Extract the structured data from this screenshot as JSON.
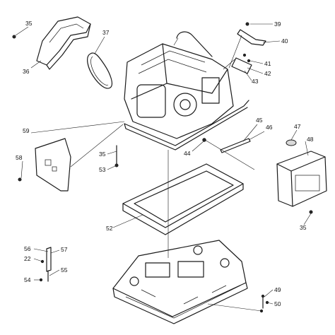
{
  "colors": {
    "line": "#1a1a1a",
    "text": "#111111",
    "background": "#ffffff"
  },
  "callouts": [
    {
      "id": "c35a",
      "text": "35"
    },
    {
      "id": "c36",
      "text": "36"
    },
    {
      "id": "c37",
      "text": "37"
    },
    {
      "id": "c39",
      "text": "39"
    },
    {
      "id": "c40",
      "text": "40"
    },
    {
      "id": "c41",
      "text": "41"
    },
    {
      "id": "c42",
      "text": "42"
    },
    {
      "id": "c43",
      "text": "43"
    },
    {
      "id": "c59",
      "text": "59"
    },
    {
      "id": "c58",
      "text": "58"
    },
    {
      "id": "c35b",
      "text": "35"
    },
    {
      "id": "c53",
      "text": "53"
    },
    {
      "id": "c44",
      "text": "44"
    },
    {
      "id": "c45",
      "text": "45"
    },
    {
      "id": "c46",
      "text": "46"
    },
    {
      "id": "c47",
      "text": "47"
    },
    {
      "id": "c48",
      "text": "48"
    },
    {
      "id": "c35c",
      "text": "35"
    },
    {
      "id": "c52",
      "text": "52"
    },
    {
      "id": "c56",
      "text": "56"
    },
    {
      "id": "c57",
      "text": "57"
    },
    {
      "id": "c22",
      "text": "22"
    },
    {
      "id": "c55",
      "text": "55"
    },
    {
      "id": "c54",
      "text": "54"
    },
    {
      "id": "c49",
      "text": "49"
    },
    {
      "id": "c50",
      "text": "50"
    }
  ]
}
